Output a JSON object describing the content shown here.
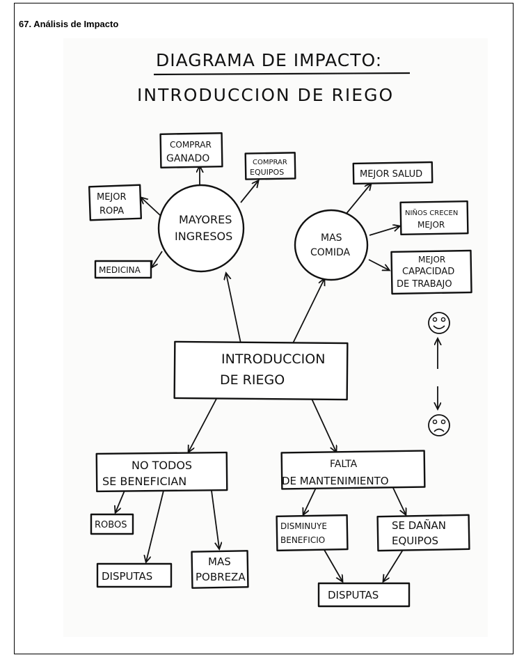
{
  "page": {
    "title": "67. Análisis de Impacto"
  },
  "diagram": {
    "title": "DIAGRAMA DE IMPACTO:",
    "subtitle": "INTRODUCCION DE RIEGO",
    "center": [
      "INTRODUCCION",
      "DE  RIEGO"
    ],
    "mayores_ingresos": [
      "MAYORES",
      "INGRESOS"
    ],
    "mas_comida": [
      "MAS",
      "COMIDA"
    ],
    "comprar_ganado": [
      "COMPRAR",
      "GANADO"
    ],
    "comprar_equipos": [
      "COMPRAR",
      "EQUIPOS"
    ],
    "mejor_ropa": [
      "MEJOR",
      "ROPA"
    ],
    "medicina": [
      "MEDICINA"
    ],
    "mejor_salud": [
      "MEJOR SALUD"
    ],
    "ninos_crecen": [
      "NIÑOS CRECEN",
      "MEJOR"
    ],
    "mejor_capacidad": [
      "MEJOR",
      "CAPACIDAD",
      "DE TRABAJO"
    ],
    "no_todos": [
      "NO TODOS",
      "SE BENEFICIAN"
    ],
    "falta_mantenimiento": [
      "FALTA",
      "DE MANTENIMIENTO"
    ],
    "robos": [
      "ROBOS"
    ],
    "disputas_left": [
      "DISPUTAS"
    ],
    "mas_pobreza": [
      "MAS",
      "POBREZA"
    ],
    "disminuye_beneficio": [
      "DISMINUYE",
      "BENEFICIO"
    ],
    "se_danan_equipos": [
      "SE DAÑAN",
      "EQUIPOS"
    ],
    "disputas_bottom": [
      "DISPUTAS"
    ]
  },
  "icons": {
    "positive": "smiley-face-icon",
    "negative": "sad-face-icon"
  }
}
